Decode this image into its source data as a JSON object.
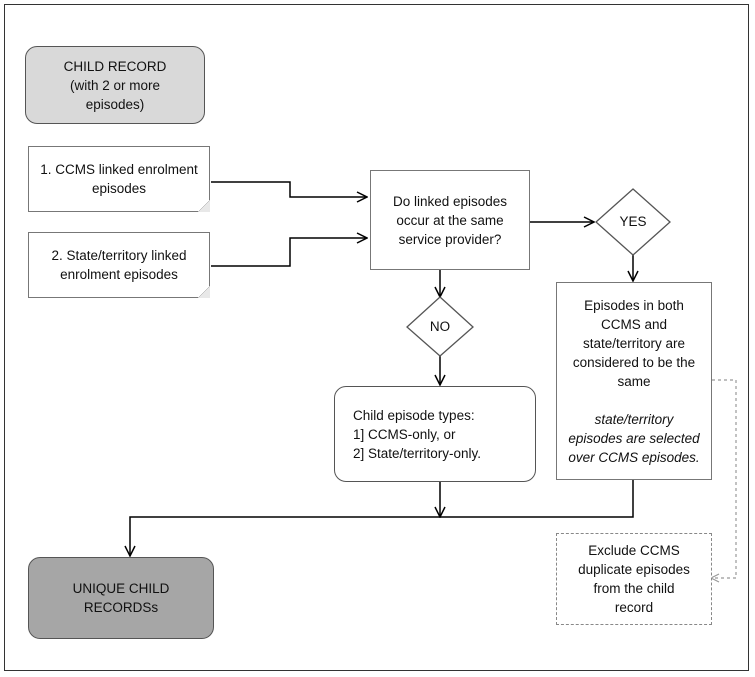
{
  "nodes": {
    "child_record": {
      "lines": [
        "CHILD RECORD",
        "(with 2 or more",
        "episodes)"
      ]
    },
    "ccms_linked": {
      "lines": [
        "1. CCMS linked enrolment",
        "episodes"
      ]
    },
    "state_linked": {
      "lines": [
        "2. State/territory linked",
        "enrolment episodes"
      ]
    },
    "decision": {
      "lines": [
        "Do linked episodes",
        "occur at the same",
        "service provider?"
      ]
    },
    "yes": {
      "label": "YES"
    },
    "no": {
      "label": "NO"
    },
    "episodes_same": {
      "lines": [
        "Episodes in both",
        "CCMS and",
        "state/territory are",
        "considered to be the",
        "same"
      ],
      "italic_lines": [
        "state/territory",
        "episodes are selected",
        "over CCMS episodes."
      ]
    },
    "child_types": {
      "lines": [
        "Child episode types:",
        "1] CCMS-only, or",
        "2] State/territory-only."
      ]
    },
    "unique": {
      "lines": [
        "UNIQUE CHILD",
        "RECORDSs"
      ]
    },
    "exclude": {
      "lines": [
        "Exclude CCMS",
        "duplicate episodes",
        "from the child",
        "record"
      ]
    }
  },
  "colors": {
    "child_record_fill": "#d9d9d9",
    "unique_fill": "#a6a6a6",
    "line": "#000000",
    "dashed_line": "#999999"
  }
}
